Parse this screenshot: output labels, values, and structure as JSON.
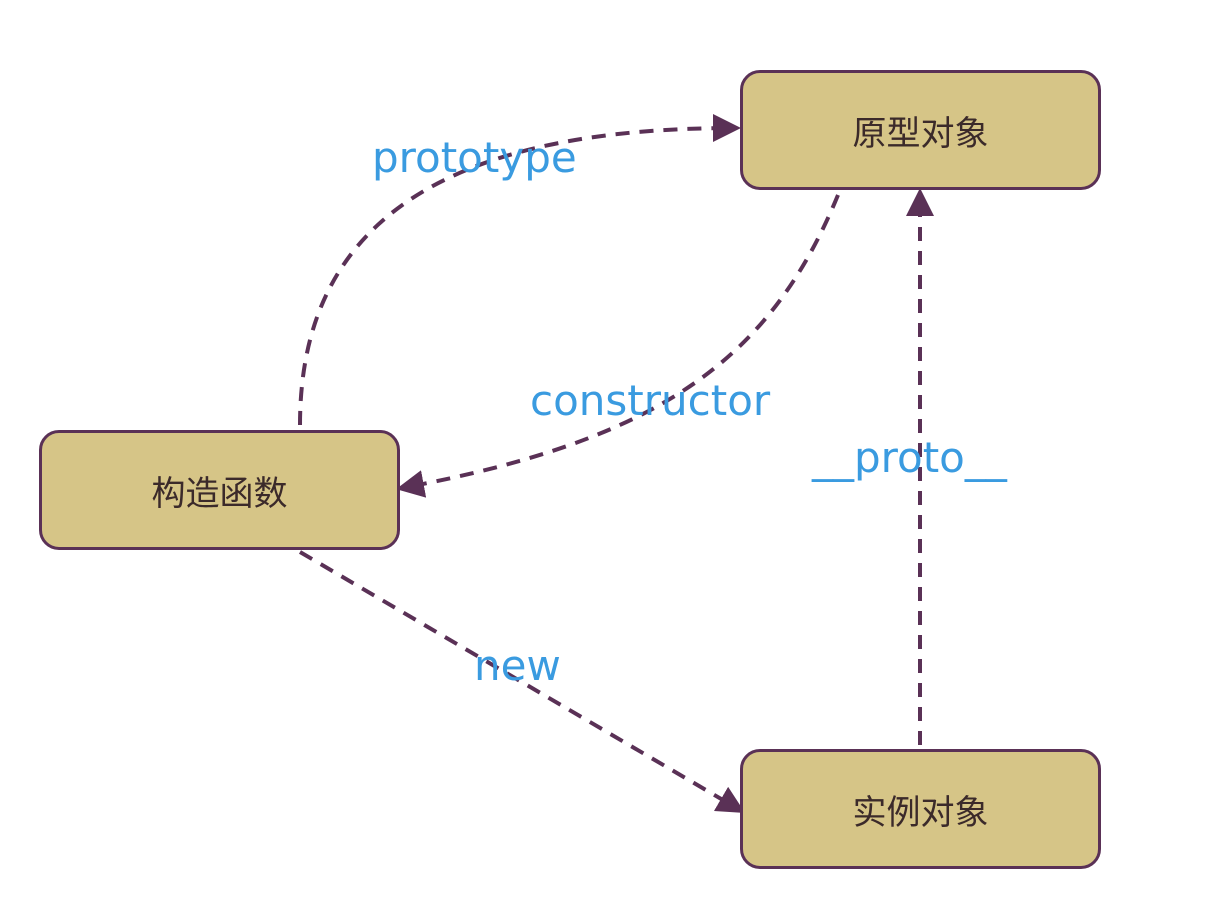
{
  "nodes": {
    "prototype_object": "原型对象",
    "constructor_function": "构造函数",
    "instance_object": "实例对象"
  },
  "edges": {
    "prototype": "prototype",
    "constructor": "constructor",
    "proto": "__proto__",
    "new": "new"
  },
  "colors": {
    "node_fill": "#d6c587",
    "node_border": "#5a3156",
    "arrow": "#5a3156",
    "label": "#3a9be0"
  }
}
